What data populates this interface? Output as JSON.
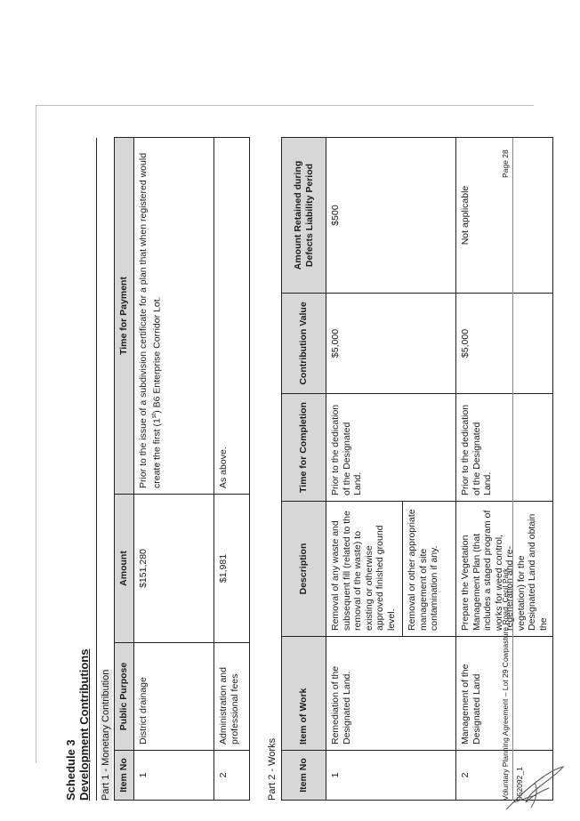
{
  "schedule_title": "Schedule 3",
  "schedule_subtitle": "Development Contributions",
  "part1": {
    "heading": "Part 1 - Monetary Contribution",
    "headers": [
      "Item No",
      "Public Purpose",
      "Amount",
      "Time for Payment"
    ],
    "rows": [
      {
        "no": "1",
        "purpose": "District drainage",
        "amount": "$151,280",
        "time_before": "Prior to the issue of a subdivision certificate for a plan that when registered would create the first (1",
        "time_sup": "st",
        "time_after": ") B6 Enterprise Corridor Lot."
      },
      {
        "no": "2",
        "purpose": "Administration and professional fees",
        "amount": "$1,981",
        "time": "As above."
      }
    ]
  },
  "part2": {
    "heading": "Part 2 - Works",
    "headers": [
      "Item No",
      "Item of Work",
      "Description",
      "Time for Completion",
      "Contribution Value",
      "Amount Retained during Defects Liability Period"
    ],
    "rows": [
      {
        "no": "1",
        "item": "Remediation of the Designated Land.",
        "description_a": "Removal of any waste and subsequent fill (related to the removal of the waste) to existing or otherwise approved finished ground level.",
        "description_b": "Removal or other appropriate management of site contamination if any.",
        "time": "Prior to the dedication of the Designated Land.",
        "value": "$5,000",
        "retained": "$500"
      },
      {
        "no": "2",
        "item": "Management of the Designated Land",
        "description": "Prepare the Vegetation Management Plan (that includes a staged program of works for weed control, regeneration and re-vegetation) for the Designated Land and obtain the",
        "time": "Prior to the dedication of the Designated Land.",
        "value": "$5,000",
        "retained": "Not applicable"
      }
    ]
  },
  "footer": {
    "agreement": "Voluntary Planning Agreement – Lot 29 Cowpasture Road, Cecil Park",
    "doc_no": "952092_1",
    "page": "Page 28"
  }
}
